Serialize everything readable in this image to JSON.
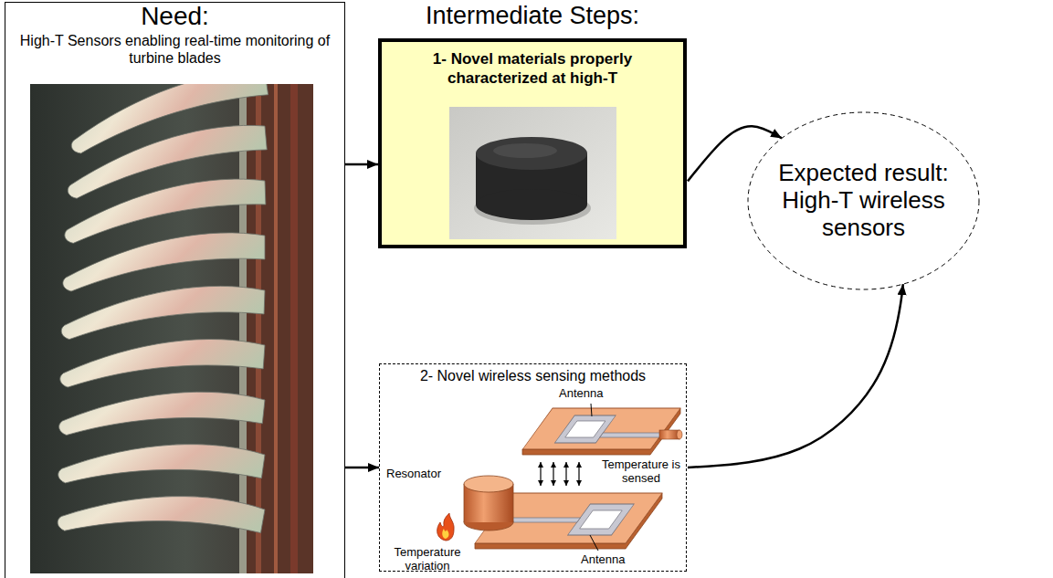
{
  "diagram": {
    "nodes": [
      {
        "text": [
          "Need:",
          "High-T Sensors enabling real-time monitoring of turbine blades"
        ]
      },
      {
        "text": [
          "1- Novel materials properly characterized at high-T"
        ]
      },
      {
        "text": [
          "2- Novel wireless sensing methods"
        ]
      },
      {
        "text": [
          "Expected result: High-T wireless sensors"
        ]
      }
    ],
    "edges": [
      {
        "from": 0,
        "to": 1,
        "arrow": "to"
      },
      {
        "from": 0,
        "to": 2,
        "arrow": "to"
      },
      {
        "from": 1,
        "to": 3,
        "arrow": "to"
      },
      {
        "from": 2,
        "to": 3,
        "arrow": "to"
      }
    ],
    "labels": [
      "Intermediate Steps:",
      "Antenna",
      "Temperature is sensed",
      "Resonator",
      "Temperature variation",
      "Antenna"
    ]
  }
}
